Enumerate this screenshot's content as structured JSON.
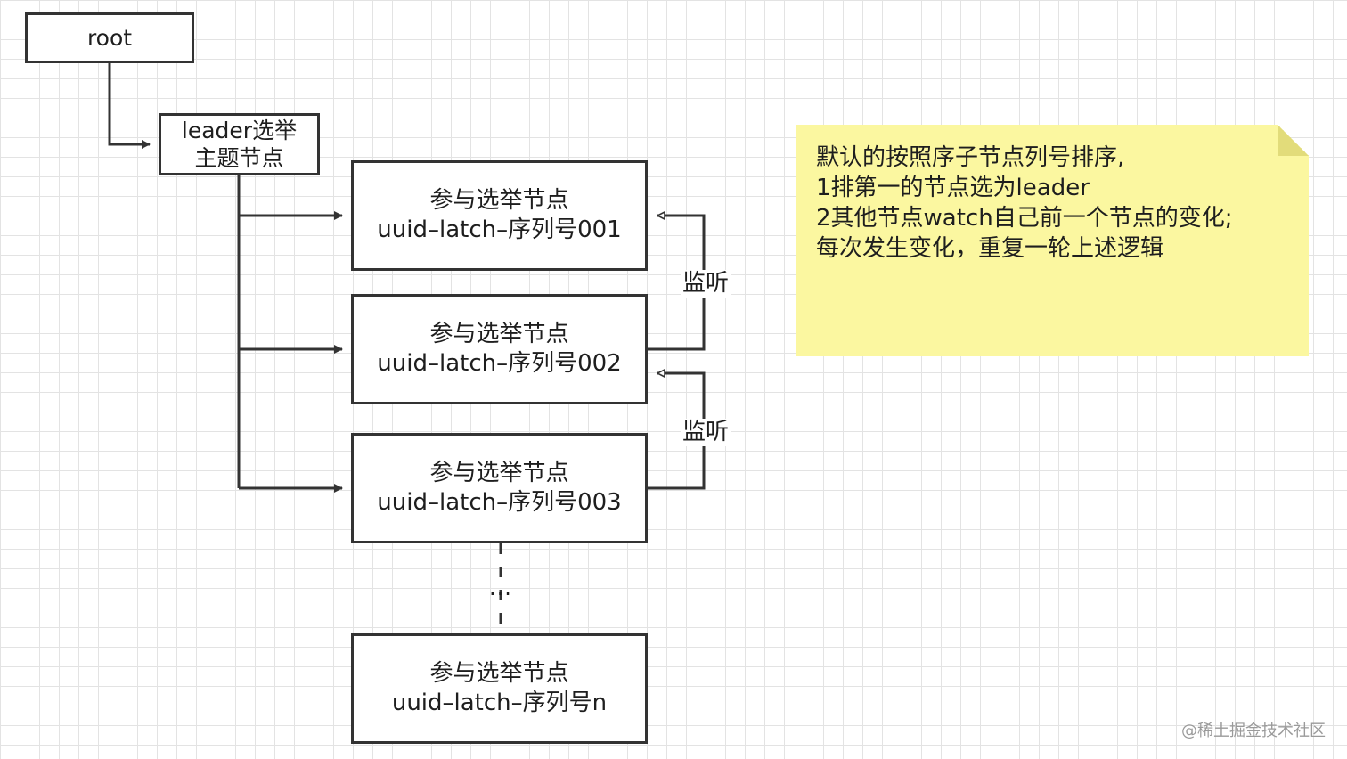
{
  "root": {
    "label": "root"
  },
  "topic": {
    "line1": "leader选举",
    "line2": "主题节点"
  },
  "participants": [
    {
      "line1": "参与选举节点",
      "line2": "uuid–latch–序列号001"
    },
    {
      "line1": "参与选举节点",
      "line2": "uuid–latch–序列号002"
    },
    {
      "line1": "参与选举节点",
      "line2": "uuid–latch–序列号003"
    },
    {
      "line1": "参与选举节点",
      "line2": "uuid–latch–序列号n"
    }
  ],
  "ellipsis": "...",
  "watch_labels": [
    "监听",
    "监听"
  ],
  "note": {
    "lines": [
      "默认的按照序子节点列号排序,",
      "1排第一的节点选为leader",
      "2其他节点watch自己前一个节点的变化;",
      "每次发生变化，重复一轮上述逻辑"
    ]
  },
  "watermark": "@稀土掘金技术社区",
  "colors": {
    "note_background": "#fbf7a0",
    "line": "#333333",
    "grid": "#e3e3e3"
  }
}
